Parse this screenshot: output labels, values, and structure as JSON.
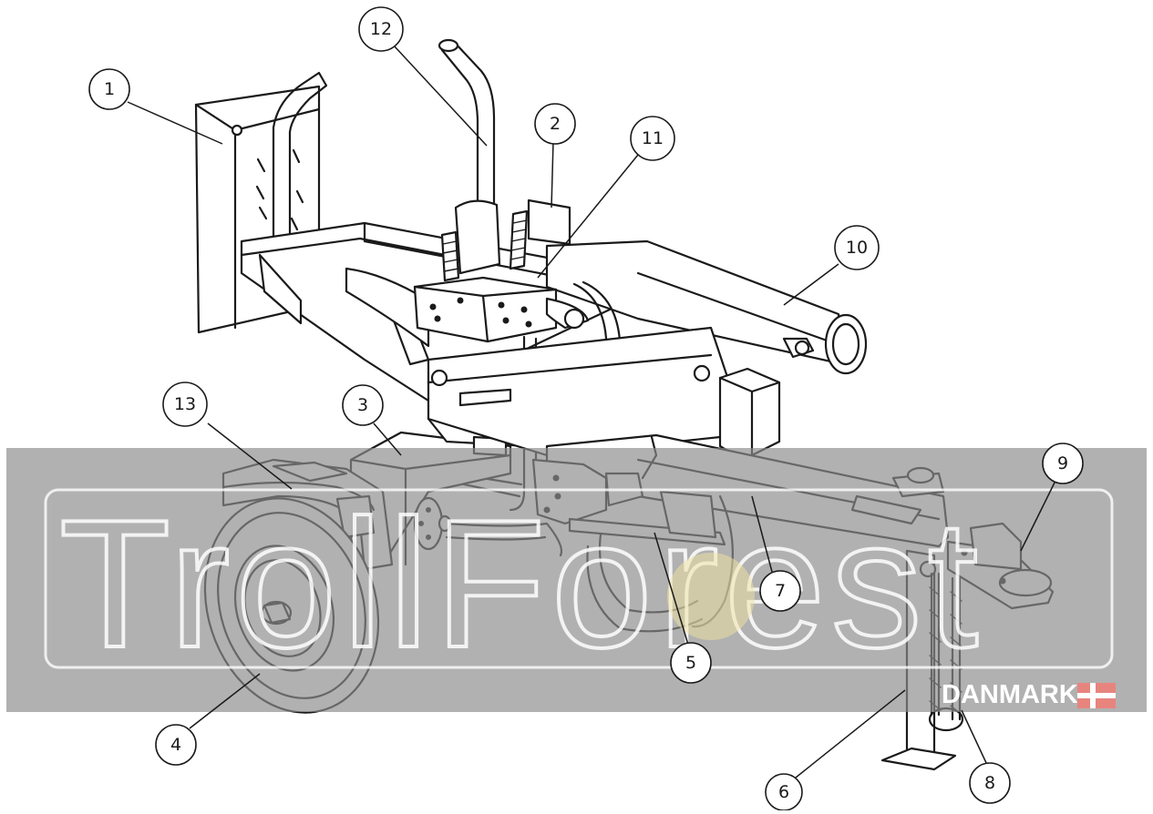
{
  "callouts": [
    "1",
    "2",
    "3",
    "4",
    "5",
    "6",
    "7",
    "8",
    "9",
    "10",
    "11",
    "12",
    "13"
  ],
  "watermark": {
    "brand": "TrollForest",
    "country": "DANMARK",
    "flag_colors": {
      "red": "#e8847e",
      "white": "#ffffff"
    }
  }
}
